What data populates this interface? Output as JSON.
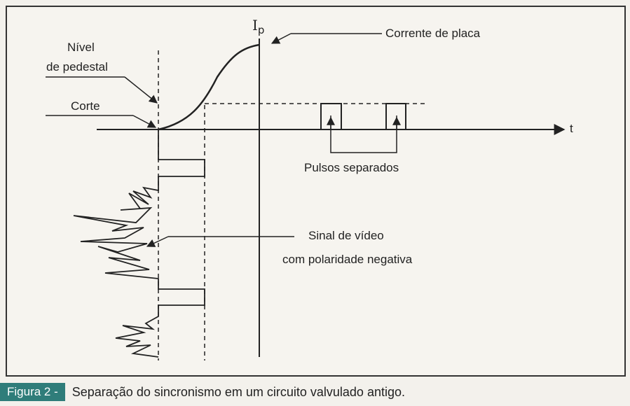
{
  "labels": {
    "nivel_line1": "Nível",
    "nivel_line2": "de pedestal",
    "corte": "Corte",
    "ip_main": "I",
    "ip_sub": "p",
    "corrente": "Corrente de placa",
    "t_axis": "t",
    "pulsos": "Pulsos separados",
    "sinal_line1": "Sinal de vídeo",
    "sinal_line2": "com polaridade negativa"
  },
  "caption": {
    "badge": "Figura 2 -",
    "text": "Separação do sincronismo em um circuito valvulado antigo."
  },
  "colors": {
    "ink": "#222222",
    "badge": "#2f7d7a",
    "background": "#f6f4ef"
  }
}
